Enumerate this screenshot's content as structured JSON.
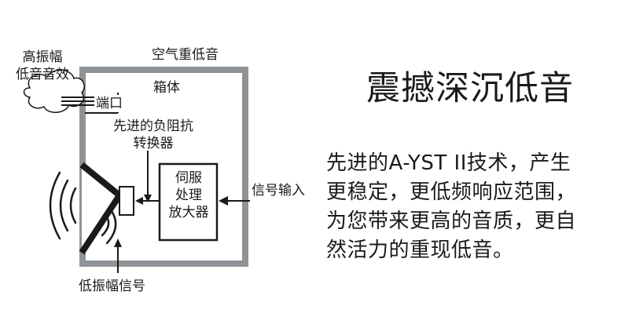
{
  "diagram": {
    "label_high_amp": [
      "高振幅",
      "低音音效"
    ],
    "label_air_bass": "空气重低音",
    "label_cabinet": "箱体",
    "label_port": "端口",
    "label_converter": [
      "先进的负阻抗",
      "转换器"
    ],
    "label_amp": [
      "伺服",
      "处理",
      "放大器"
    ],
    "label_signal_in": "信号输入",
    "label_low_amp_signal": "低振幅信号",
    "colors": {
      "box_border": "#8f9398",
      "stroke": "#1a1a1a",
      "cloud": "#ffffff"
    }
  },
  "headline": "震撼深沉低音",
  "description": [
    "先进的A-YST II技术，产生",
    "更稳定，更低频响应范围，",
    "为您带来更高的音质，更自",
    "然活力的重现低音。"
  ]
}
